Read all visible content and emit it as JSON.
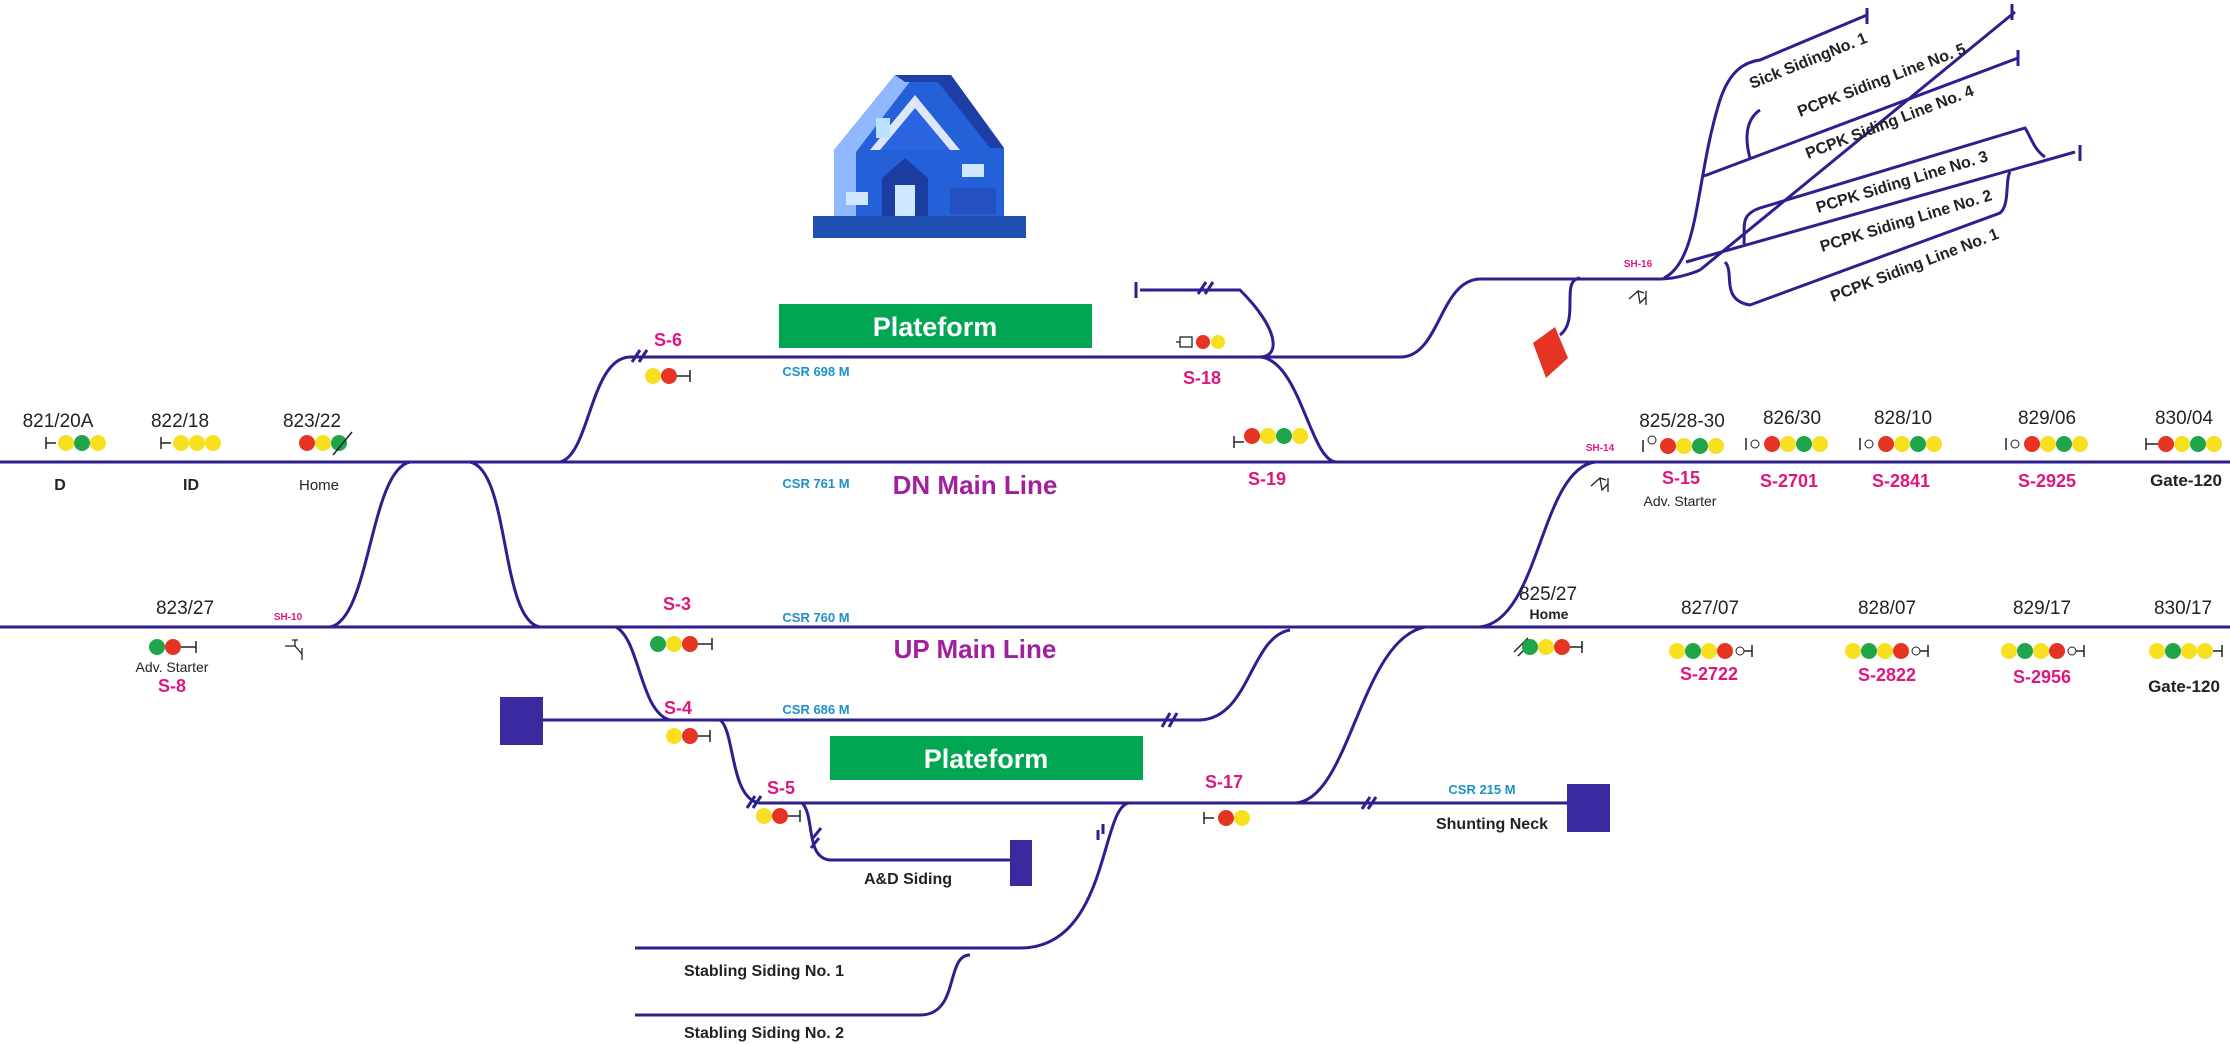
{
  "colors": {
    "track": "#2e1f8f",
    "platform": "#00a651",
    "signal_red": "#e53423",
    "signal_yellow": "#f7e020",
    "signal_green": "#1fa64a",
    "label_pink": "#e0167f",
    "csr_blue": "#1e8fc9",
    "line_purple": "#a020a0"
  },
  "platforms": [
    "Plateform",
    "Plateform"
  ],
  "lines": {
    "dn": "DN Main Line",
    "up": "UP Main Line"
  },
  "csr": [
    "CSR 698 M",
    "CSR 761 M",
    "CSR 760 M",
    "CSR 686 M",
    "CSR 215 M"
  ],
  "top_km": [
    "821/20A",
    "822/18",
    "823/22",
    "825/28-30",
    "826/30",
    "828/10",
    "829/06",
    "830/04"
  ],
  "top_labels": [
    "D",
    "ID",
    "Home",
    "Adv. Starter",
    "Gate-120"
  ],
  "top_signals": [
    "S-6",
    "S-18",
    "S-19",
    "S-15",
    "S-2701",
    "S-2841",
    "S-2925"
  ],
  "up_km": [
    "823/27",
    "825/27",
    "827/07",
    "828/07",
    "829/17",
    "830/17"
  ],
  "up_labels": [
    "Adv. Starter",
    "Home",
    "Gate-120"
  ],
  "up_signals": [
    "S-8",
    "S-3",
    "S-4",
    "S-5",
    "S-17",
    "S-2722",
    "S-2822",
    "S-2956"
  ],
  "shunt": [
    "SH-10",
    "SH-14",
    "SH-16"
  ],
  "sidings": [
    "Sick SidingNo. 1",
    "PCPK Siding Line No. 5",
    "PCPK Siding Line No. 4",
    "PCPK Siding Line No. 3",
    "PCPK Siding Line No. 2",
    "PCPK Siding Line No. 1",
    "A&D Siding",
    "Shunting Neck",
    "Stabling Siding No. 1",
    "Stabling Siding No. 2"
  ],
  "icons": [
    "station-house-icon",
    "shunt-signal-icon",
    "signal-lamp-icon"
  ]
}
